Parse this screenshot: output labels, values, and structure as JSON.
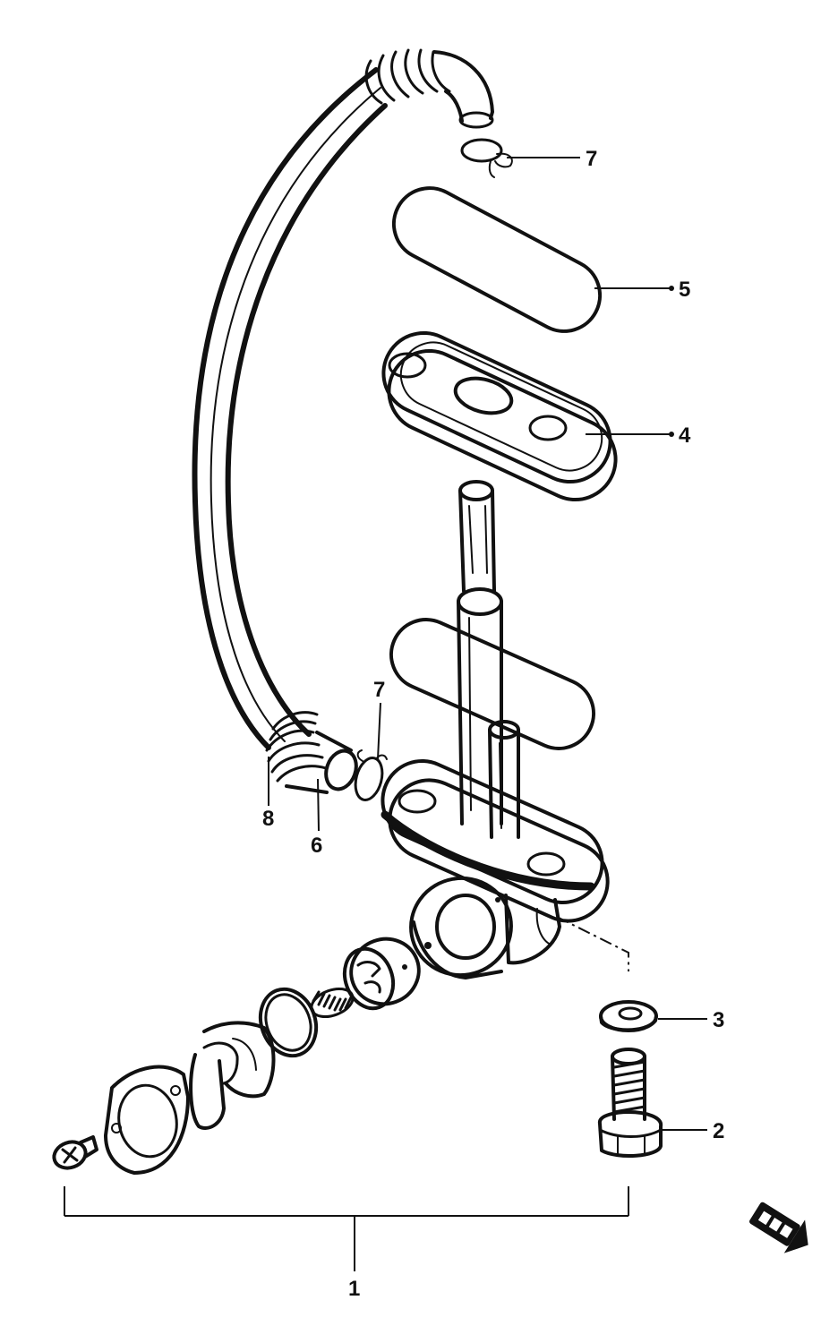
{
  "diagram": {
    "callouts": [
      {
        "id": "c7a",
        "label": "7"
      },
      {
        "id": "c5",
        "label": "5"
      },
      {
        "id": "c4",
        "label": "4"
      },
      {
        "id": "c7b",
        "label": "7"
      },
      {
        "id": "c8",
        "label": "8"
      },
      {
        "id": "c6",
        "label": "6"
      },
      {
        "id": "c3",
        "label": "3"
      },
      {
        "id": "c2",
        "label": "2"
      },
      {
        "id": "c1",
        "label": "1"
      }
    ]
  },
  "colors": {
    "ink": "#111111",
    "background": "#ffffff"
  }
}
